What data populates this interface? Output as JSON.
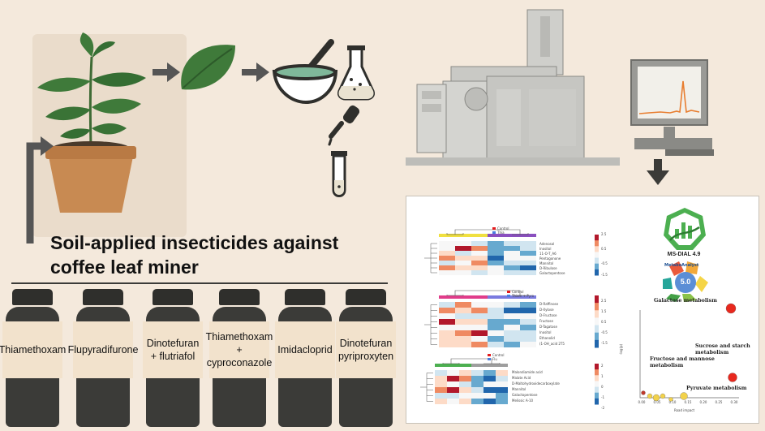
{
  "headline": {
    "line1": "Soil-applied insecticides against",
    "line2": "coffee leaf miner"
  },
  "bottles": [
    {
      "line1": "Thiamethoxam",
      "line2": ""
    },
    {
      "line1": "Flupyradifurone",
      "line2": ""
    },
    {
      "line1": "Dinotefuran",
      "line2": "+ flutriafol"
    },
    {
      "line1": "Thiamethoxam",
      "line2": "+ cyproconazole"
    },
    {
      "line1": "Imidacloprid",
      "line2": ""
    },
    {
      "line1": "Dinotefuran",
      "line2": "pyriproxyten"
    }
  ],
  "software": {
    "msdial": "MS-DIAL 4.9",
    "metaboanalyst": "MetaboAnalyst",
    "metaboanalyst_version": "5.0"
  },
  "heatmaps": [
    {
      "legend": [
        "Control",
        "Thia"
      ],
      "rows": [
        "Adenosol",
        "Inositol",
        "11-O-T_A6",
        "Pentagonone",
        "Mannitol",
        "D-Ribulose",
        "Galactopentose"
      ],
      "scale": [
        "2.5",
        "0.5",
        "-0.5",
        "-1.5"
      ]
    },
    {
      "legend": [
        "Control",
        "Thiam + Pyro"
      ],
      "rows": [
        "D-Raffinose",
        "D-Xylose",
        "D-Fructose",
        "Fructose",
        "D-Tagatose",
        "Inositol",
        "Ethanolid",
        "(1-OH_acid 2T5"
      ],
      "scale": [
        "2.5",
        "1.5",
        "0.5",
        "-0.5",
        "-1.5"
      ]
    },
    {
      "legend": [
        "Control",
        "Flu"
      ],
      "rows": [
        "Malondiamide acid",
        "Malate Acid",
        "D-Maltohydroxidecarboxylate",
        "Mannitol",
        "Galactopentose",
        "Melissic A-10"
      ],
      "scale": [
        "2",
        "1",
        "0",
        "-1",
        "-2"
      ]
    }
  ],
  "pathway": {
    "x_ticks": [
      "0.00",
      "0.05",
      "0.10",
      "0.15",
      "0.20",
      "0.25",
      "0.30"
    ],
    "xlabel": "Road impact",
    "ylabel": "-log(p)",
    "labels": [
      {
        "line1": "Galactose metabolism",
        "line2": ""
      },
      {
        "line1": "Sucrose and starch",
        "line2": "metabolism"
      },
      {
        "line1": "Fructose and mannose",
        "line2": "metabolism"
      },
      {
        "line1": "Pyruvate metabolism",
        "line2": ""
      }
    ]
  },
  "colors": {
    "background": "#f4e9dc",
    "panel": "#eadccb",
    "dark": "#3b3b38",
    "label": "#f2e2cc",
    "leaf": "#3f7a3a",
    "pot": "#c88a52",
    "mortar": "#7fb89a",
    "msdial_green": "#4caf50",
    "heat_red": "#b2182b",
    "heat_blue": "#2166ac",
    "bubble_red": "#e8281e",
    "bubble_yellow": "#f2d24b"
  }
}
